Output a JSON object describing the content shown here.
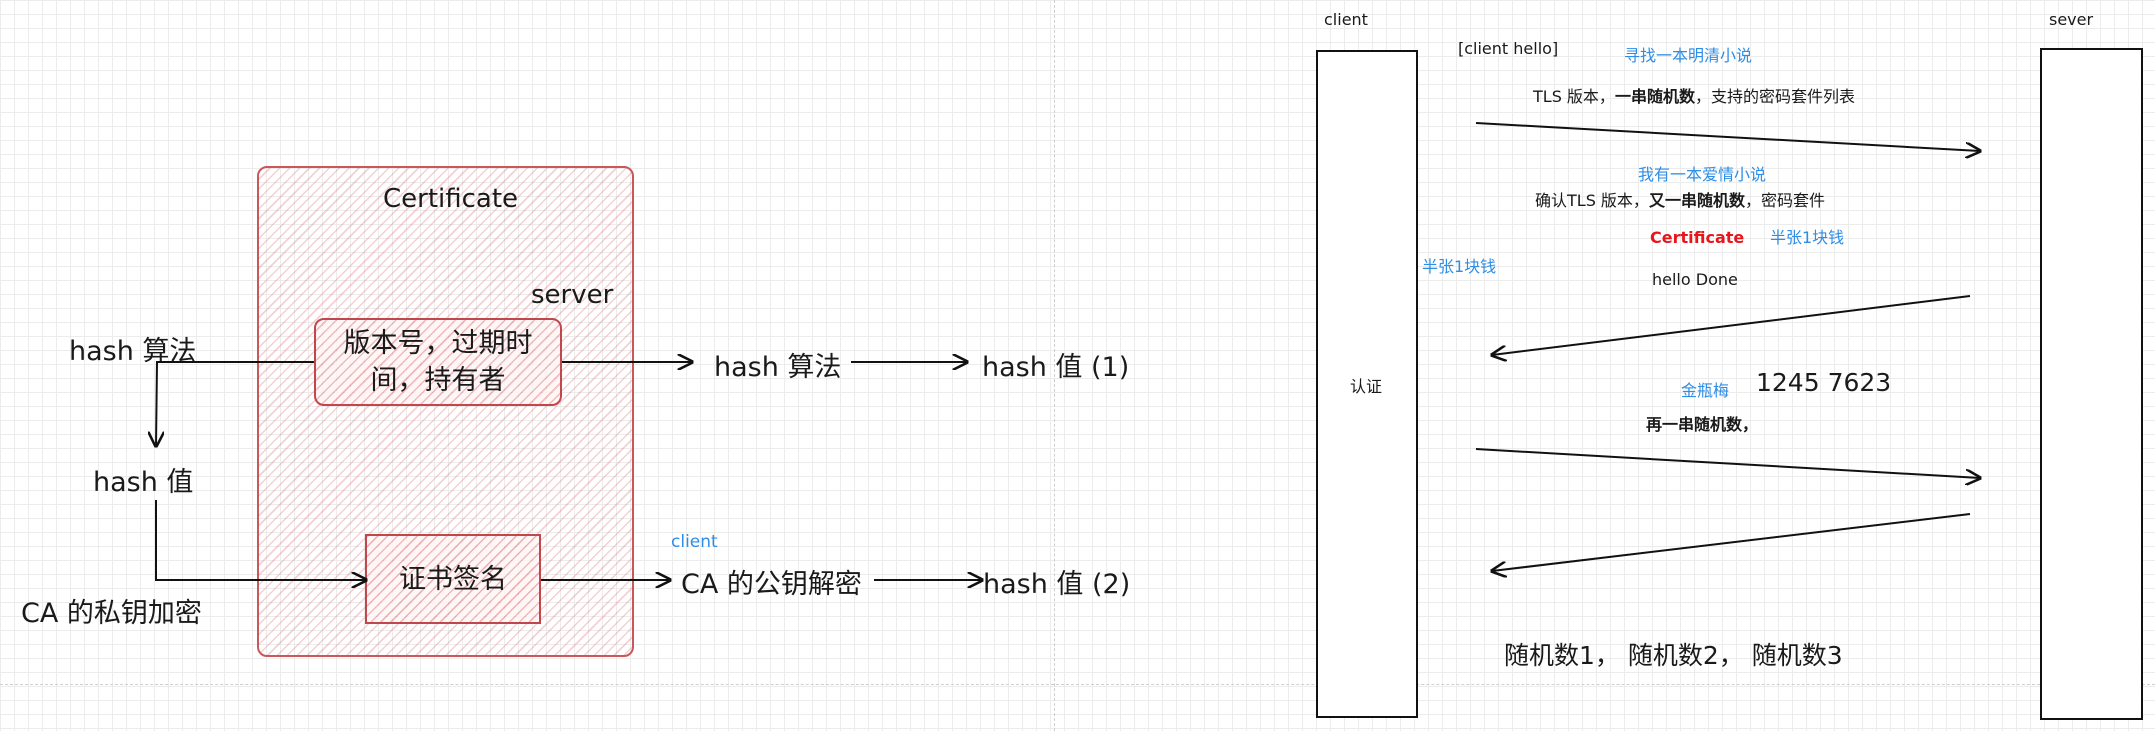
{
  "left_diagram": {
    "certificate_title": "Certificate",
    "server_label": "server",
    "fields_box": "版本号，过期时间，持有者",
    "signature_box": "证书签名",
    "hash_algo_left": "hash 算法",
    "hash_value_left": "hash 值",
    "ca_private_encrypt": "CA 的私钥加密",
    "hash_algo_right": "hash 算法",
    "hash_value_1": "hash 值 (1)",
    "client_label": "client",
    "ca_public_decrypt": "CA 的公钥解密",
    "hash_value_2": "hash 值 (2)"
  },
  "sequence": {
    "client_title": "client",
    "server_title": "sever",
    "client_box_label": "认证",
    "msg1_tag": "[client hello]",
    "msg1_note": "寻找一本明清小说",
    "msg1_text_a": "TLS 版本，",
    "msg1_text_bold": "一串随机数",
    "msg1_text_b": "，支持的密码套件列表",
    "msg2_note": "我有一本爱情小说",
    "msg2_text_a": "确认TLS 版本，",
    "msg2_text_bold": "又一串随机数",
    "msg2_text_b": "，密码套件",
    "certificate_label": "Certificate",
    "half_note_server": "半张1块钱",
    "half_note_client": "半张1块钱",
    "hello_done": "hello Done",
    "msg3_note": "金瓶梅",
    "msg3_numbers": "1245  7623",
    "msg3_text": "再一串随机数，",
    "summary": "随机数1，  随机数2，  随机数3"
  },
  "colors": {
    "accent_blue": "#2d8ee6",
    "certificate_red": "#e8151b",
    "box_border_red": "#c0484c"
  }
}
